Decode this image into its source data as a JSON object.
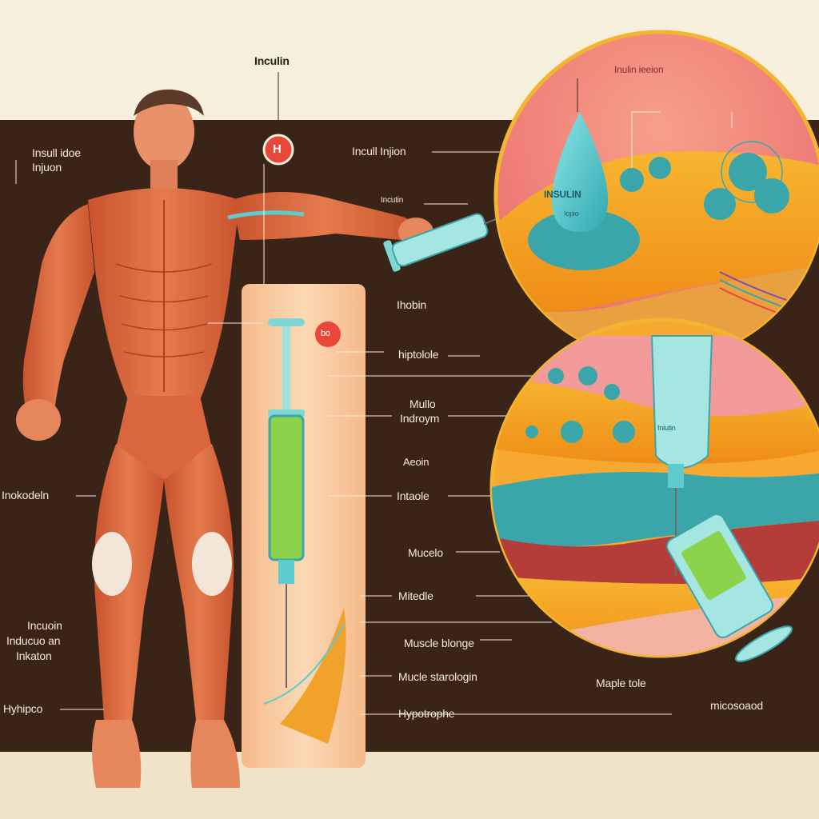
{
  "title": "Inculin",
  "left_labels": {
    "top_a": "Insull idoe",
    "top_b": "Injuon",
    "middle": "Inokodeln",
    "lower_a": "Incuoin",
    "lower_b": "Inducuo an",
    "lower_c": "Inkaton",
    "bottom": "Hyhipco"
  },
  "center_labels": {
    "injection": "Incull Injion",
    "small_top": "Incutin",
    "thobin": "Ihobin",
    "hiptolole": "hiptolole",
    "mulle": "Mullo",
    "indroym": "Indroym",
    "aeoin": "Aeoin",
    "intaole": "Intaole",
    "mucelo": "Mucelo",
    "mitedle": "Mitedle",
    "muscle_blonge": "Muscle blonge",
    "mucle_starologin": "Mucle starologin",
    "hypotrophe": "Hypotrophe"
  },
  "circle_labels": {
    "top_title": "Inulin ieeion",
    "drop_title": "INSULIN",
    "drop_sub": "Iopio",
    "syringe_label": "Iniutin",
    "maple_tole": "Maple tole",
    "microsoaod": "micosoaod"
  },
  "badge": {
    "letter": "H",
    "small": "bo"
  },
  "colors": {
    "background": "#3a2418",
    "cream": "#f6efdc",
    "muscle": "#d9663e",
    "panel": "#f7c79a",
    "insulin": "#5ecbcf",
    "badge": "#e8473a",
    "fat": "#f4a21c"
  }
}
